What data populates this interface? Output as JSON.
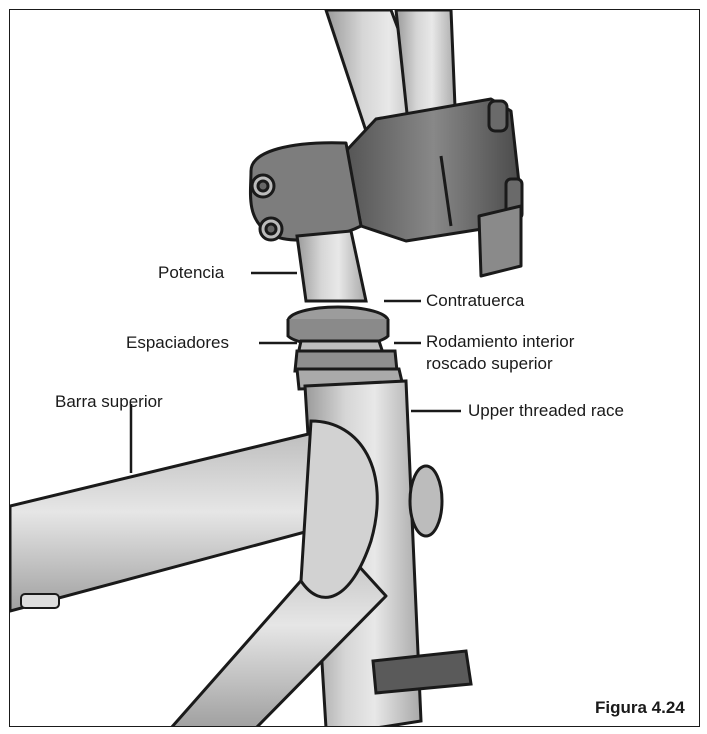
{
  "labels": {
    "stem": "Potencia",
    "locknut": "Contratuerca",
    "spacers": "Espaciadores",
    "bearing_line1": "Rodamiento interior",
    "bearing_line2": "roscado superior",
    "top_tube": "Barra superior",
    "head_tube": "Upper threaded race"
  },
  "caption": "Figura 4.24"
}
